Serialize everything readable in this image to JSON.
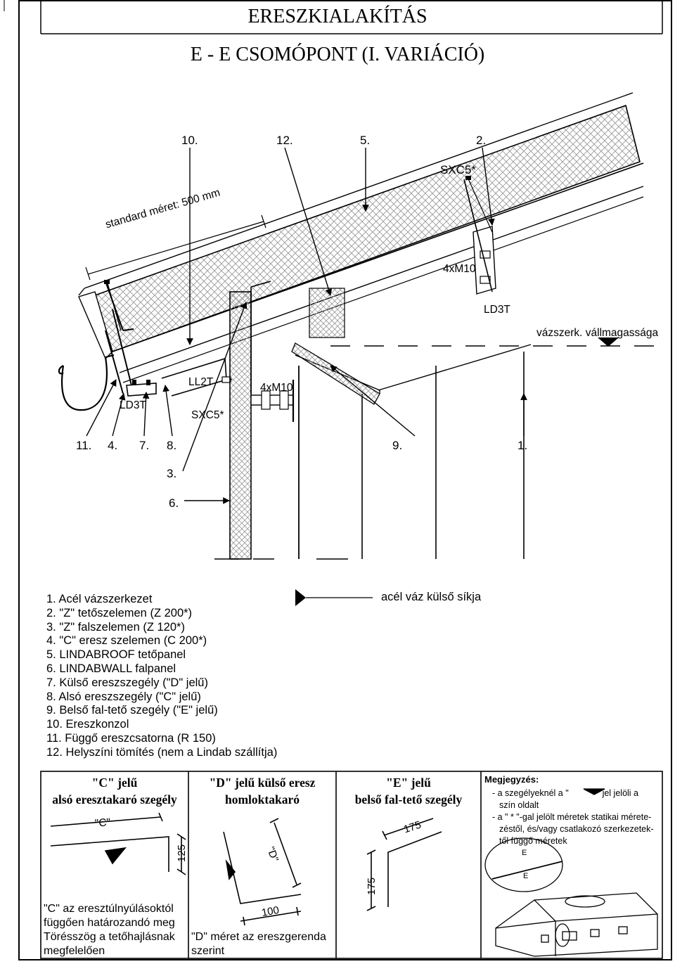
{
  "header": {
    "title": "ERESZKIALAKÍTÁS",
    "subtitle": "E - E  CSOMÓPONT  (I. VARIÁCIÓ)"
  },
  "callouts": {
    "top": [
      "10.",
      "12.",
      "5.",
      "2."
    ],
    "bottom": [
      "11.",
      "4.",
      "7.",
      "8.",
      "3.",
      "6.",
      "9.",
      "1."
    ]
  },
  "labels": {
    "sxc5_top": "SXC5*",
    "standard": "standard méret: 500 mm",
    "m10_top": "4xM10",
    "ld3t_right": "LD3T",
    "vallmag": "vázszerk. vállmagassága",
    "ll2t": "LL2T",
    "m10_bottom": "4xM10",
    "ld3t_left": "LD3T",
    "sxc5_bottom": "SXC5*",
    "acel_vaz": "acél váz külső síkja"
  },
  "legend": [
    "1.  Acél vázszerkezet",
    "2.  \"Z\" tetőszelemen (Z 200*)",
    "3.  \"Z\" falszelemen (Z 120*)",
    "4.  \"C\" eresz szelemen (C 200*)",
    "5.  LINDABROOF tetőpanel",
    "6.  LINDABWALL falpanel",
    "7.  Külső ereszszegély (\"D\" jelű)",
    "8.  Alsó ereszszegély (\"C\" jelű)",
    "9.  Belső fal-tető szegély (\"E\" jelű)",
    "10. Ereszkonzol",
    "11. Függő ereszcsatorna (R 150)",
    "12. Helyszíni tömítés (nem a Lindab szállítja)"
  ],
  "details": {
    "c": {
      "title1": "\"C\" jelű",
      "title2": "alsó eresztakaró szegély",
      "mark": "\"C\"",
      "dim": "125",
      "note": [
        "\"C\" az eresztúlnyúlásoktól",
        "függően határozandó meg",
        "Törésszög a tetőhajlásnak",
        "megfelelően"
      ]
    },
    "d": {
      "title1": "\"D\" jelű külső eresz",
      "title2": "homloktakaró",
      "mark": "\"D\"",
      "dim": "100",
      "note": [
        "\"D\" méret az ereszgerenda",
        "szerint"
      ]
    },
    "e": {
      "title1": "\"E\" jelű",
      "title2": "belső fal-tető szegély",
      "dim1": "175",
      "dim2": "175"
    }
  },
  "megjegyzes": {
    "title": "Megjegyzés:",
    "line1a": "- a szegélyeknél a \"",
    "line1b": "\" jel jelöli a",
    "line2": "szín oldalt",
    "line3": "- a \" * \"-gal jelölt méretek statikai mérete-",
    "line4": "zéstől,  és/vagy csatlakozó szerkezetek-",
    "line5": "től függő méretek",
    "e1": "E",
    "e2": "E"
  }
}
